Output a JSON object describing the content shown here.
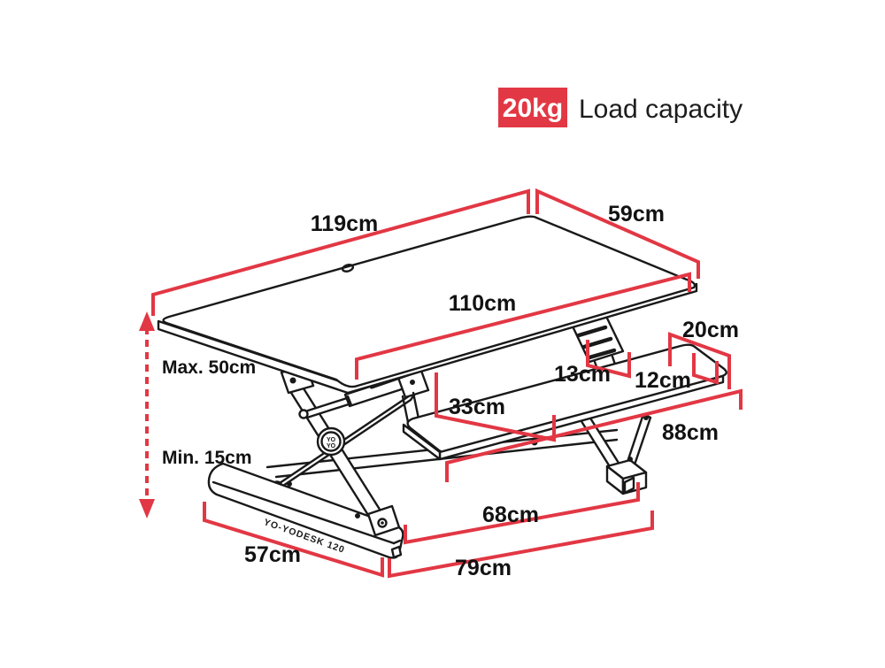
{
  "badge": {
    "value": "20kg",
    "label": "Load capacity",
    "bg_color": "#e23744"
  },
  "colors": {
    "accent_red": "#e23744",
    "line_ink": "#191919",
    "background": "#ffffff"
  },
  "dimensions": {
    "desk_width": "119cm",
    "desk_depth": "59cm",
    "under_desk_width": "110cm",
    "max_height": "Max. 50cm",
    "min_height": "Min. 15cm",
    "tray_inset": "33cm",
    "riser_gap": "13cm",
    "tray_edge_gap": "12cm",
    "tray_wing_depth": "20cm",
    "tray_width": "88cm",
    "base_inner_span": "68cm",
    "base_depth": "57cm",
    "base_width": "79cm"
  },
  "product": {
    "brand_text": "YO-YODESK 120",
    "hub_text_top": "YO",
    "hub_text_bottom": "YO"
  }
}
